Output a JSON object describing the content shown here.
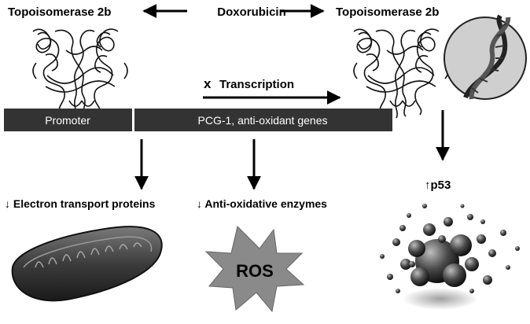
{
  "labels": {
    "topo_left": "Topoisomerase 2b",
    "drug": "Doxorubicin",
    "topo_right": "Topoisomerase 2b",
    "transcription_mark": "x",
    "transcription": "Transcription",
    "promoter": "Promoter",
    "genes": "PCG-1, anti-oxidant genes",
    "electron": "↓ Electron transport proteins",
    "antiox": "↓ Anti-oxidative enzymes",
    "p53": "↑p53",
    "ros": "ROS"
  },
  "icons": {
    "protein_left": "protein-structure-icon",
    "protein_right": "protein-structure-icon",
    "dna": "dna-helix-icon",
    "mitochondrion": "mitochondrion-icon",
    "ros_burst": "starburst-icon",
    "apoptosis": "cell-burst-icon"
  },
  "colors": {
    "bar": "#333333",
    "dna_circle": "#cfcfcf",
    "ros_star": "#8a8a8a"
  }
}
